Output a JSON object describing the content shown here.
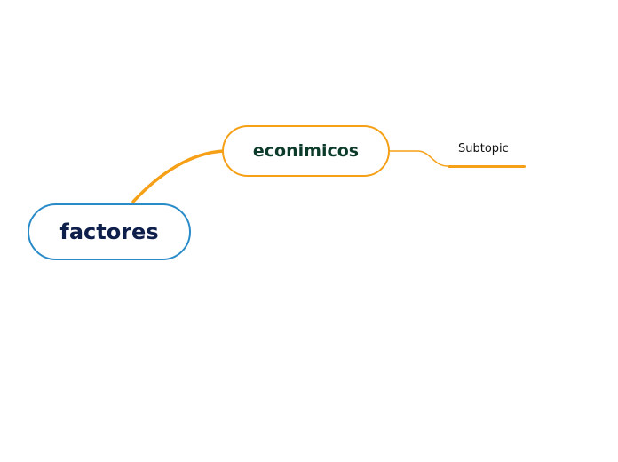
{
  "mindmap": {
    "root": {
      "label": "factores",
      "border_color": "#2a8bc9",
      "text_color": "#0f1f4b"
    },
    "branches": [
      {
        "label": "econimicos",
        "border_color": "#f5a016",
        "text_color": "#0d3b2a",
        "children": [
          {
            "label": "Subtopic",
            "underline_color": "#f5a016"
          }
        ]
      }
    ]
  }
}
